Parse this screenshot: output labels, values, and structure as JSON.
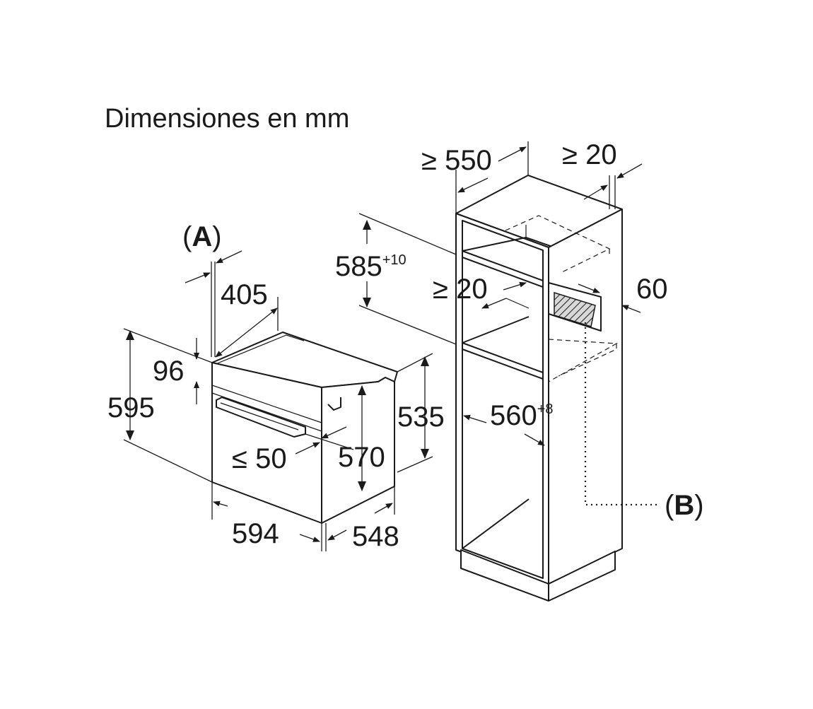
{
  "title": "Dimensiones en mm",
  "labels": {
    "a_marker": {
      "open": "(",
      "letter": "A",
      "close": ")"
    },
    "b_marker": {
      "open": "(",
      "letter": "B",
      "close": ")"
    },
    "oven": {
      "depth_top": "405",
      "top_gap": "96",
      "height_total": "595",
      "handle_gap": "≤ 50",
      "front_height": "570",
      "side_height": "535",
      "width": "594",
      "depth": "548"
    },
    "cabinet": {
      "min_depth": "≥ 550",
      "back_gap": "≥ 20",
      "niche_height": "585",
      "niche_height_tol": "+10",
      "vent_gap": "≥ 20",
      "vent_depth": "60",
      "niche_width": "560",
      "niche_width_tol": "+8"
    }
  }
}
